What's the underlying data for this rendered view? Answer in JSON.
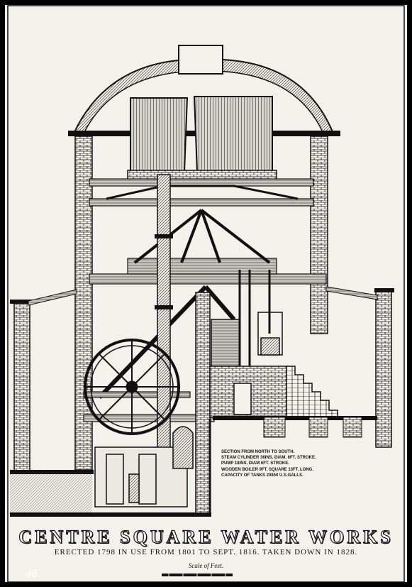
{
  "drawing": {
    "title": "CENTRE SQUARE WATER WORKS",
    "subtitle": "ERECTED 1798 IN USE FROM 1801 TO SEPT. 1816. TAKEN DOWN IN 1828.",
    "scale_label": "Scale of Feet.",
    "sheet_number": "46",
    "notes": [
      "SECTION FROM NORTH TO SOUTH.",
      "STEAM CYLINDER 36INS. DIAM. 6FT. STROKE.",
      "PUMP 18INS. DIAM 6FT. STROKE.",
      "WOODEN BOILER 9FT. SQUARE 13FT. LONG.",
      "CAPACITY OF TANKS 20850 U.S.GALLS."
    ]
  },
  "colors": {
    "ink": "#111111",
    "paper": "#f3f1ec",
    "frame": "#000000"
  }
}
